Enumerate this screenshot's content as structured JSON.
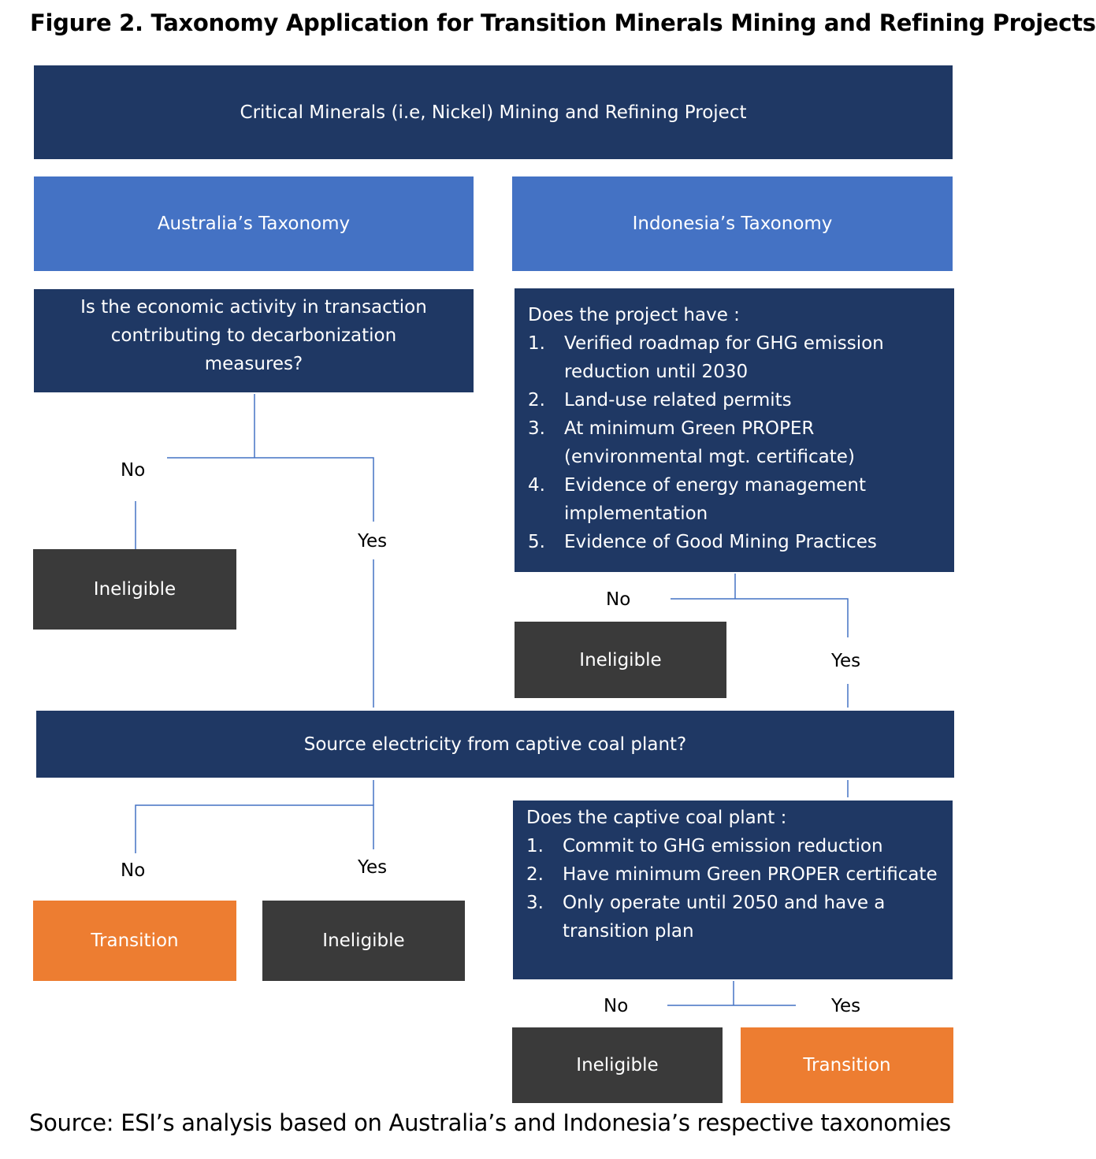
{
  "figure": {
    "title": "Figure 2. Taxonomy Application for Transition Minerals Mining and Refining Projects",
    "source": "Source: ESI’s analysis based on Australia’s and Indonesia’s respective taxonomies"
  },
  "nodes": {
    "project": "Critical Minerals (i.e, Nickel) Mining and Refining Project",
    "australia": "Australia’s Taxonomy",
    "indonesia": "Indonesia’s Taxonomy",
    "au_question": "Is the economic activity  in transaction contributing to decarbonization measures?",
    "id_question": {
      "intro": "Does the project have :",
      "items": [
        {
          "num": "1.",
          "text": "Verified roadmap for GHG emission reduction until 2030"
        },
        {
          "num": "2.",
          "text": "Land-use related permits"
        },
        {
          "num": "3.",
          "text": "At minimum Green PROPER (environmental mgt. certificate)"
        },
        {
          "num": "4.",
          "text": "Evidence of energy management implementation"
        },
        {
          "num": "5.",
          "text": "Evidence of Good Mining Practices"
        }
      ]
    },
    "coal_question": "Source electricity from captive coal plant?",
    "coal_plant_question": {
      "intro": "Does the captive coal plant :",
      "items": [
        {
          "num": "1.",
          "text": "Commit to GHG emission reduction"
        },
        {
          "num": "2.",
          "text": "Have minimum Green PROPER certificate"
        },
        {
          "num": "3.",
          "text": "Only operate until 2050 and have a transition plan"
        }
      ]
    },
    "au_ineligible": "Ineligible",
    "id_ineligible": "Ineligible",
    "coal_no_outcome": "Transition",
    "coal_yes_outcome": "Ineligible",
    "plant_no_outcome": "Ineligible",
    "plant_yes_outcome": "Transition"
  },
  "labels": {
    "au_no": "No",
    "au_yes": "Yes",
    "id_no": "No",
    "id_yes": "Yes",
    "coal_no": "No",
    "coal_yes": "Yes",
    "plant_no": "No",
    "plant_yes": "Yes"
  },
  "colors": {
    "navy": "#1f3864",
    "blue": "#4472c4",
    "dark_gray": "#3a3a3a",
    "orange": "#ed7d31",
    "connector": "#4472c4"
  }
}
